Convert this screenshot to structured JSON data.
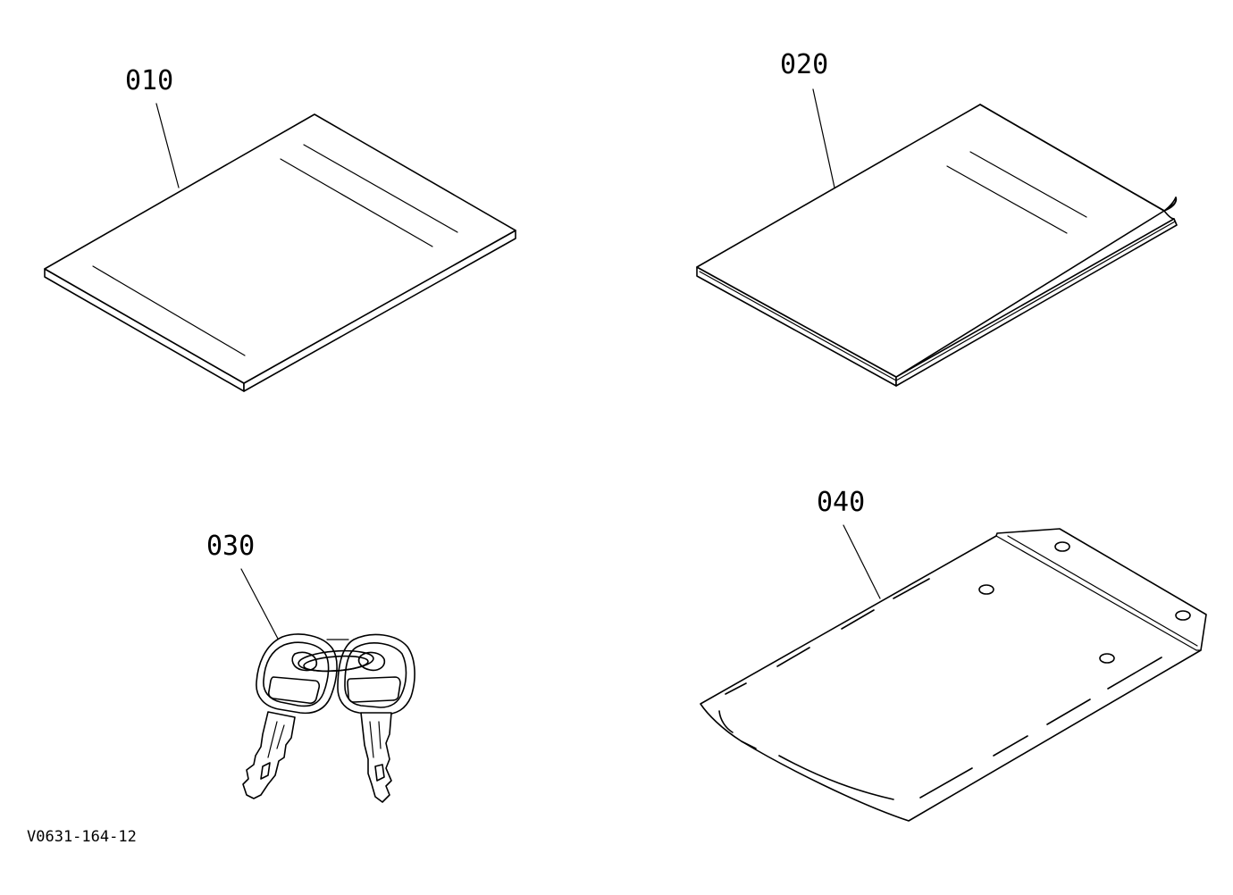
{
  "parts": [
    {
      "id": "part-010",
      "callout": "010",
      "depicts": "book-icon"
    },
    {
      "id": "part-020",
      "callout": "020",
      "depicts": "booklet-icon"
    },
    {
      "id": "part-030",
      "callout": "030",
      "depicts": "key-pair-icon"
    },
    {
      "id": "part-040",
      "callout": "040",
      "depicts": "document-holder-icon"
    }
  ],
  "drawing_number": "V0631-164-12",
  "colors": {
    "line": "#000000",
    "background": "#ffffff"
  }
}
